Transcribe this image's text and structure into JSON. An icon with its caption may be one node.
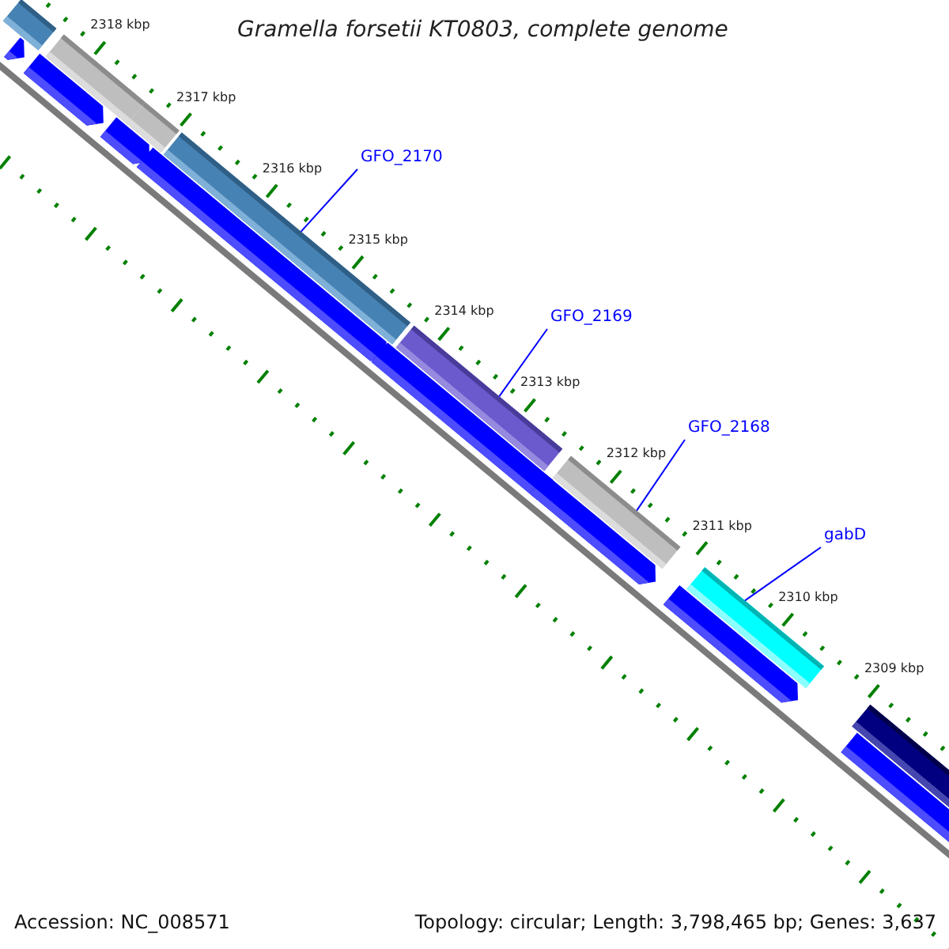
{
  "diagram": {
    "title": "Gramella forsetii KT0803, complete genome",
    "nodes": [
      {
        "text": [],
        "shape": "bar"
      },
      {
        "text": [],
        "shape": "bar"
      },
      {
        "text": [],
        "shape": "bar"
      },
      {
        "text": [],
        "shape": "bar"
      },
      {
        "text": [
          "GFO_2170"
        ]
      },
      {
        "text": [],
        "shape": "bar"
      },
      {
        "text": [
          "GFO_2169"
        ]
      },
      {
        "text": [],
        "shape": "bar"
      },
      {
        "text": [
          "GFO_2168"
        ]
      },
      {
        "text": [],
        "shape": "bar"
      },
      {
        "text": [
          "gabD"
        ]
      },
      {
        "text": [],
        "shape": "bar"
      },
      {
        "text": [],
        "shape": "arrow"
      },
      {
        "text": [],
        "shape": "arrow"
      },
      {
        "text": [],
        "shape": "arrow"
      },
      {
        "text": [],
        "shape": "arrow"
      },
      {
        "text": [],
        "shape": "arrow"
      },
      {
        "text": [],
        "shape": "arrow"
      },
      {
        "text": [],
        "shape": "arrow"
      },
      {
        "text": [],
        "shape": "arrow"
      }
    ],
    "edges": [
      {
        "from": 4,
        "to": 3,
        "arrow": "none"
      },
      {
        "from": 6,
        "to": 5,
        "arrow": "none"
      },
      {
        "from": 8,
        "to": 7,
        "arrow": "none"
      },
      {
        "from": 10,
        "to": 9,
        "arrow": "none"
      }
    ],
    "labels": [
      "2318 kbp",
      "2317 kbp",
      "2316 kbp",
      "2315 kbp",
      "2314 kbp",
      "2313 kbp",
      "2312 kbp",
      "2311 kbp",
      "2310 kbp",
      "2309 kbp",
      "Accession: NC_008571",
      "Topology: circular; Length: 3,798,465 bp; Genes: 3,637"
    ]
  }
}
